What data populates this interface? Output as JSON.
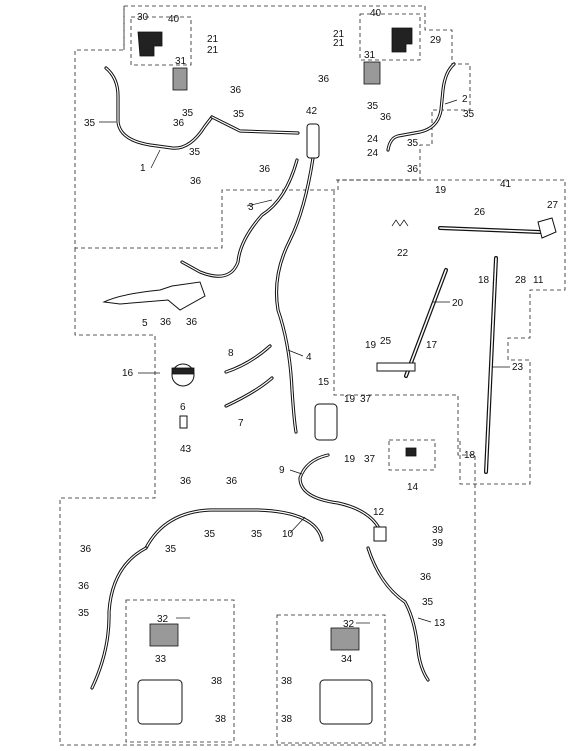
{
  "callouts": {
    "n1": "1",
    "n2": "2",
    "n3": "3",
    "n4": "4",
    "n5": "5",
    "n6": "6",
    "n7": "7",
    "n8": "8",
    "n9": "9",
    "n10": "10",
    "n11": "11",
    "n12": "12",
    "n13": "13",
    "n14": "14",
    "n15": "15",
    "n16": "16",
    "n17": "17",
    "n18": "18",
    "n19": "19",
    "n20": "20",
    "n21": "21",
    "n22": "22",
    "n23": "23",
    "n24": "24",
    "n25": "25",
    "n26": "26",
    "n27": "27",
    "n28": "28",
    "n29": "29",
    "n30": "30",
    "n31": "31",
    "n32": "32",
    "n33": "33",
    "n34": "34",
    "n35": "35",
    "n36": "36",
    "n37": "37",
    "n38": "38",
    "n39": "39",
    "n40": "40",
    "n41": "41",
    "n42": "42",
    "n43": "43"
  }
}
